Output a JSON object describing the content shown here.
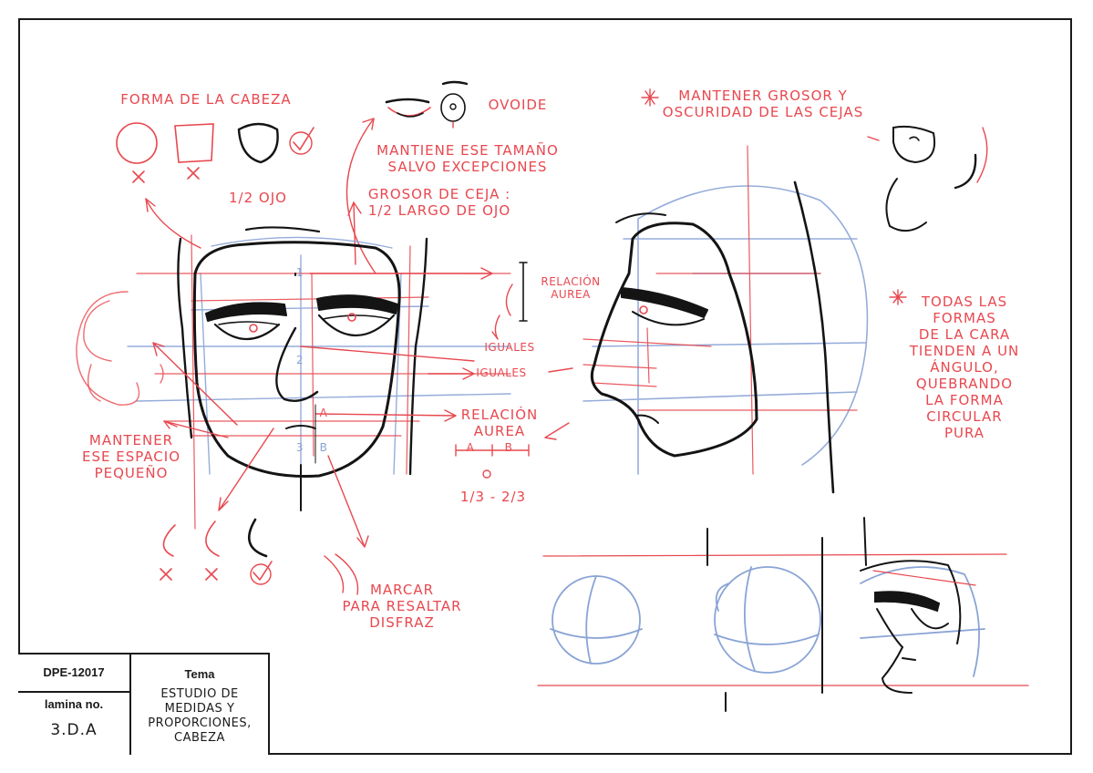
{
  "notes": {
    "head_shape": "FORMA DE LA CABEZA",
    "ovoid": "OVOIDE",
    "keep_size": "MANTIENE ESE TAMAÑO\nSALVO EXCEPCIONES",
    "half_eye": "1/2 OJO",
    "brow_thickness": "GROSOR DE CEJA :\n1/2 LARGO DE OJO",
    "golden_ratio_top": "RELACIÓN\nAUREA",
    "equal_1": "IGUALES",
    "equal_2": "IGUALES",
    "golden_ratio_mid": "RELACIÓN\nAUREA",
    "third_ratio": "1/3 - 2/3",
    "keep_space": "MANTENER\nESE ESPACIO\nPEQUEÑO",
    "mark_highlight": "MARCAR\nPARA RESALTAR\nDISFRAZ",
    "keep_brows": "MANTENER GROSOR Y\nOSCURIDAD DE LAS CEJAS",
    "all_shapes": "TODAS LAS\nFORMAS\nDE LA CARA\nTIENDEN A UN\nÁNGULO,\nQUEBRANDO\nLA FORMA\nCIRCULAR\nPURA",
    "num_1": "1",
    "num_2": "2",
    "num_3": "3",
    "letter_a": "A",
    "letter_b": "B",
    "ratio_a": "A",
    "ratio_b": "B"
  },
  "title_block": {
    "code": "DPE-12017",
    "sheet_label": "lamina no.",
    "sheet_number": "3.D.A",
    "theme_label": "Tema",
    "theme": "ESTUDIO DE\nMEDIDAS Y\nPROPORCIONES,\nCABEZA"
  },
  "colors": {
    "red_pencil": "#e8484f",
    "blue_pencil": "#8aa4d6",
    "ink": "#141414"
  }
}
